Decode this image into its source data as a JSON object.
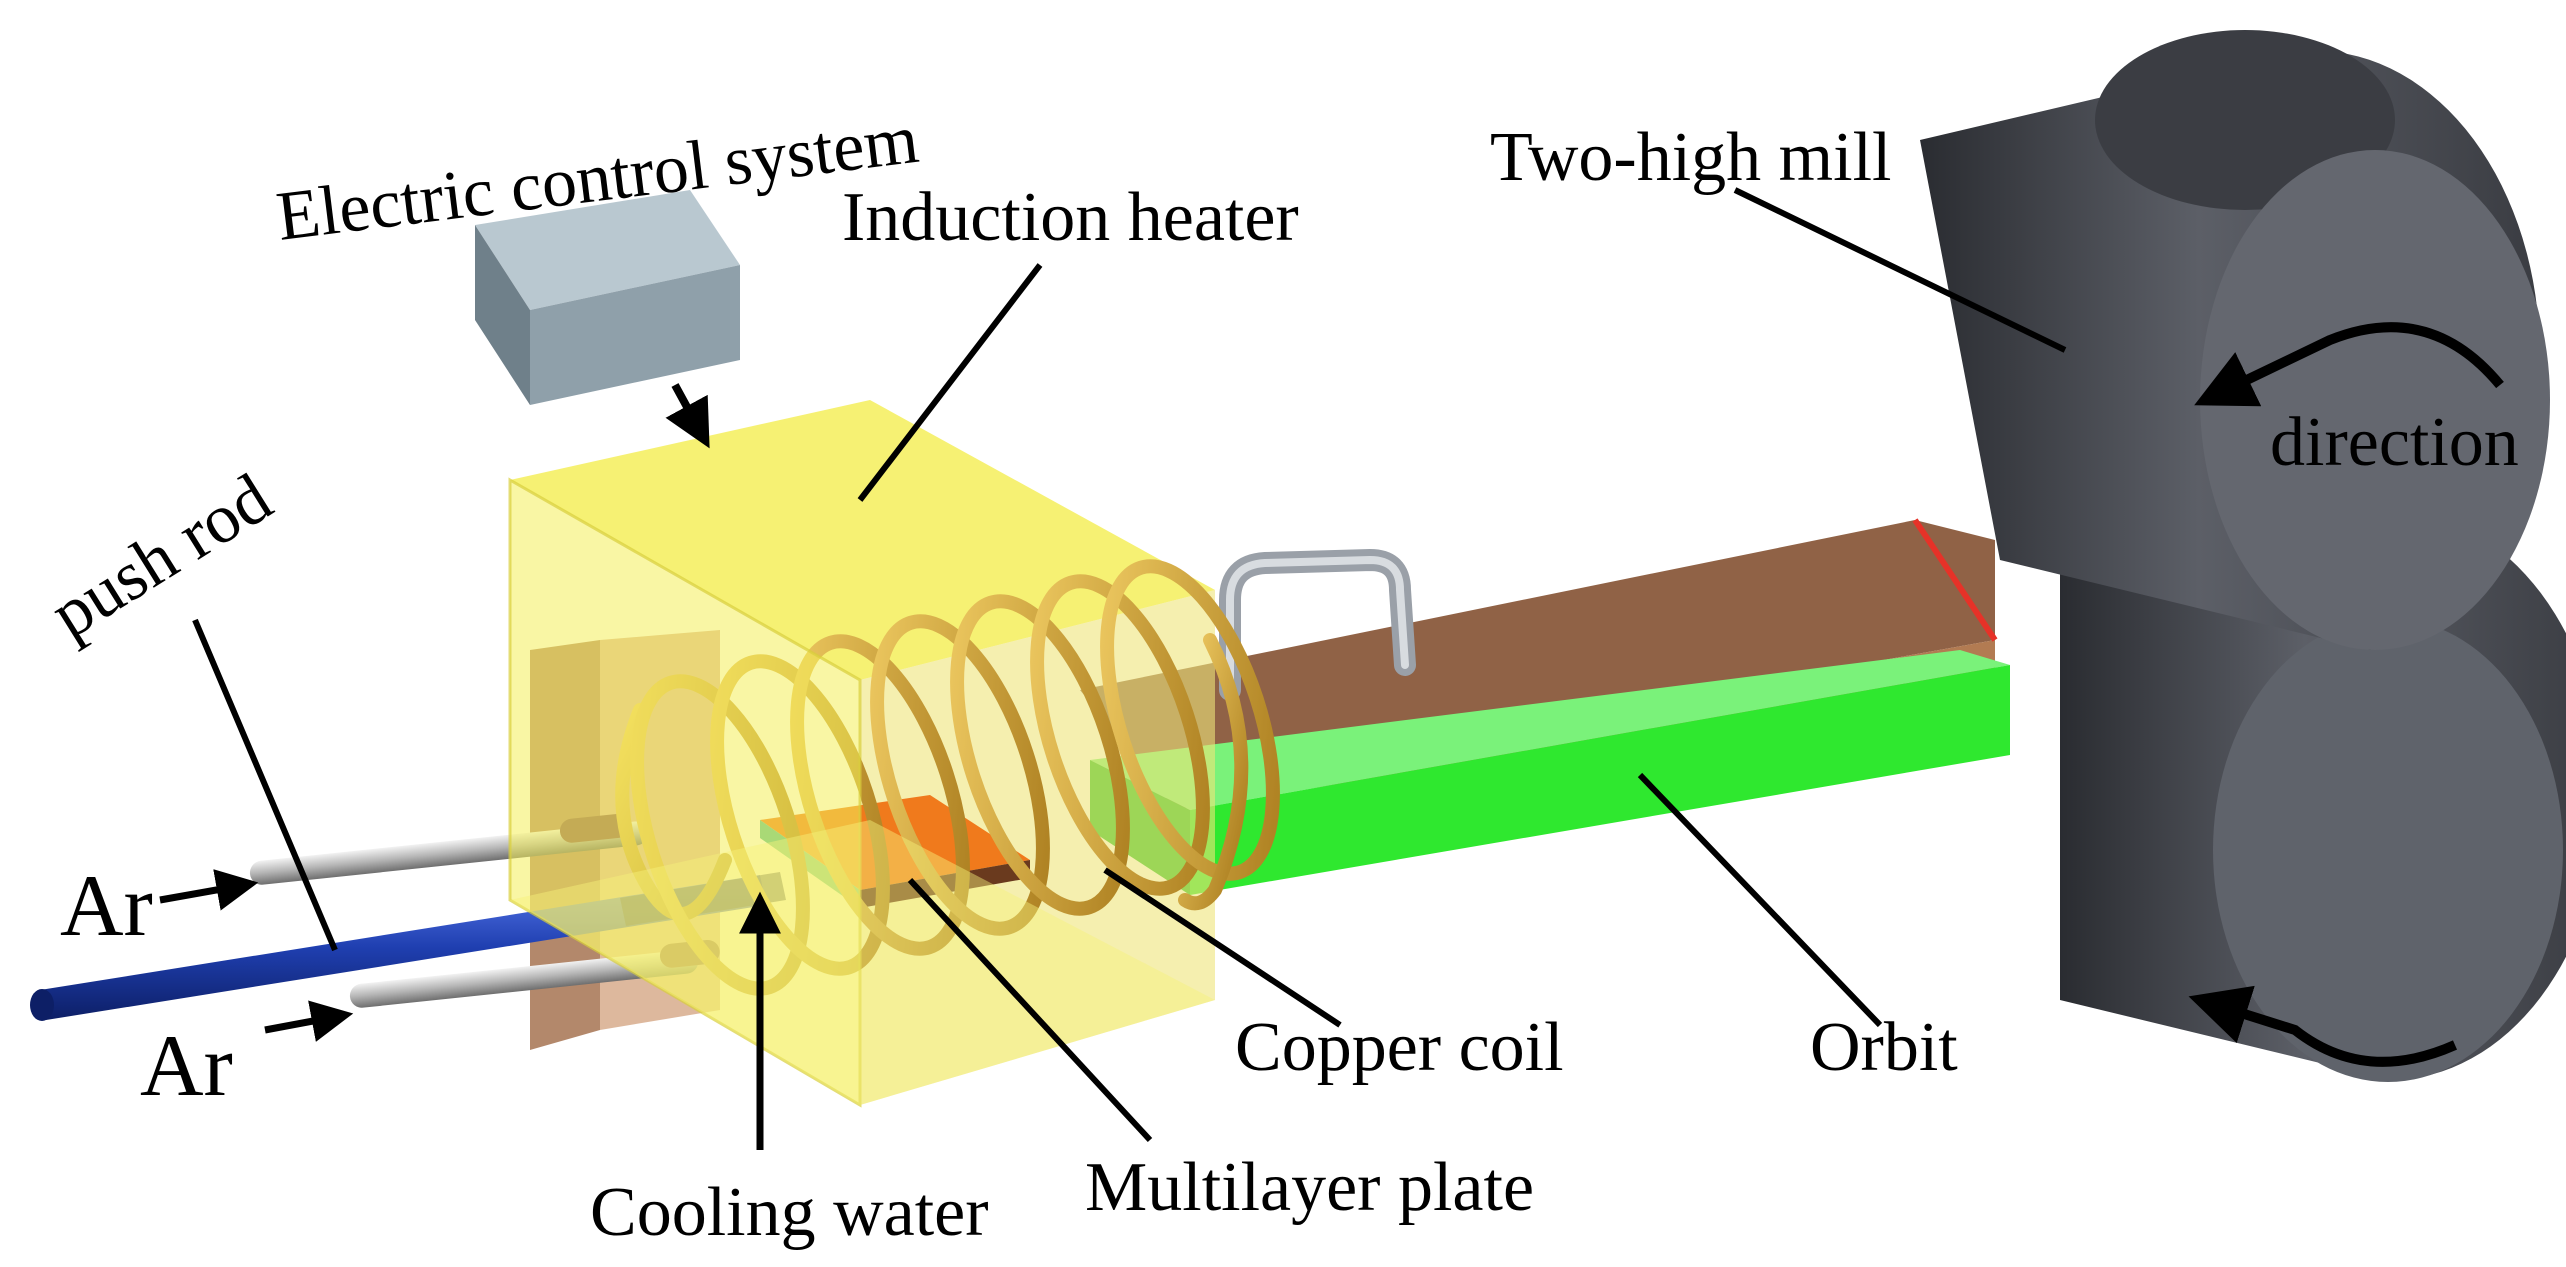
{
  "labels": {
    "electric_control_system": "Electric control system",
    "induction_heater": "Induction heater",
    "two_high_mill": "Two-high mill",
    "direction": "direction",
    "push_rod": "push rod",
    "ar_top": "Ar",
    "ar_bottom": "Ar",
    "copper_coil": "Copper coil",
    "orbit": "Orbit",
    "cooling_water": "Cooling water",
    "multilayer_plate": "Multilayer plate"
  },
  "colors": {
    "heater_box": "#f4ef5a",
    "copper_coil": "#d9a625",
    "orbit": "#2fe82f",
    "track_brown": "#8a5a3c",
    "push_rod": "#1f3fb0",
    "roller": "#54575f",
    "control_box": "#9fb0ba",
    "multilayer_plate": "#f07a1c"
  }
}
